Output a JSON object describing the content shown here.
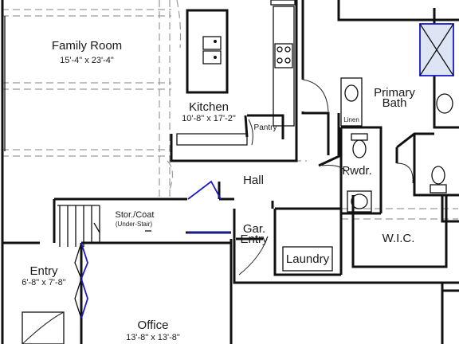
{
  "plan": {
    "rooms": {
      "family_room": {
        "name": "Family Room",
        "dims": "15'-4\" x 23'-4\""
      },
      "kitchen": {
        "name": "Kitchen",
        "dims": "10'-8\" x 17'-2\""
      },
      "pantry": {
        "name": "Pantry"
      },
      "hall": {
        "name": "Hall"
      },
      "primary_bath": {
        "name_line1": "Primary",
        "name_line2": "Bath"
      },
      "linen": {
        "name": "Linen"
      },
      "powder": {
        "name": "Pwdr."
      },
      "stor_coat": {
        "name": "Stor./Coat",
        "note": "(Under-Stair)"
      },
      "garage_entry": {
        "name_line1": "Gar.",
        "name_line2": "Entry"
      },
      "laundry": {
        "name": "Laundry"
      },
      "wic": {
        "name": "W.I.C."
      },
      "entry": {
        "name": "Entry",
        "dims": "6'-8\" x 7'-8\""
      },
      "office": {
        "name": "Office",
        "dims": "13'-8\" x 13'-8\""
      }
    },
    "colors": {
      "wall": "#111111",
      "dashed_ceiling": "#9a9a9a",
      "door_window_accent": "#1a1acc",
      "shower": "#dde4f4"
    }
  }
}
